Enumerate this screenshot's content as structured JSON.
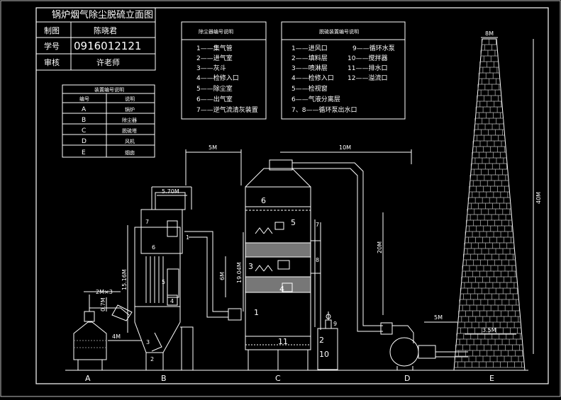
{
  "title_block": {
    "title": "锅炉烟气除尘脱硫立面图",
    "rows": [
      {
        "label": "制图",
        "value": "陈晓君"
      },
      {
        "label": "学号",
        "value": "0916012121"
      },
      {
        "label": "审核",
        "value": "许老师"
      }
    ]
  },
  "equipment_legend": {
    "title": "装置编号说明",
    "headers": [
      "编号",
      "说明"
    ],
    "rows": [
      {
        "code": "A",
        "desc": "锅炉"
      },
      {
        "code": "B",
        "desc": "除尘器"
      },
      {
        "code": "C",
        "desc": "脱硫塔"
      },
      {
        "code": "D",
        "desc": "风机"
      },
      {
        "code": "E",
        "desc": "烟囱"
      }
    ]
  },
  "dust_collector_legend": {
    "title": "除尘器编号说明",
    "items": [
      "1——集气管",
      "2——进气室",
      "3——灰斗",
      "4——检修入口",
      "5——除尘室",
      "6——出气室",
      "7——逆气流清灰装置"
    ]
  },
  "desulfurization_legend": {
    "title": "脱硫装置编号说明",
    "col1": [
      "1——进风口",
      "2——填料层",
      "3——喷淋层",
      "4——检修入口",
      "5——检视窗",
      "6——气液分离层",
      "7、8——循环泵出水口"
    ],
    "col2": [
      "9——循环水泵",
      "10——搅拌器",
      "11——排水口",
      "12——溢流口"
    ]
  },
  "dimensions": {
    "d_5m_top": "5M",
    "d_10m": "10M",
    "d_8m": "8M",
    "d_40m": "40M",
    "d_5_70m": "5.70M",
    "d_15_16m": "15.16M",
    "d_6m": "6M",
    "d_19_04m": "19.04M",
    "d_20m": "20M",
    "d_5m_fan": "5M",
    "d_3_5m": "3.5M",
    "d_2mx3": "2M×3",
    "d_0_7m": "0.7M",
    "d_4m": "4M"
  },
  "bottom_labels": [
    "A",
    "B",
    "C",
    "D",
    "E"
  ],
  "tower_labels": {
    "n6": "6",
    "n5": "5",
    "n3": "3",
    "n4": "4",
    "n1": "1",
    "n11": "11",
    "n7": "7",
    "n8": "8",
    "n2": "2",
    "n10": "10",
    "n9": "9"
  },
  "dust_labels": {
    "n7": "7",
    "n6": "6",
    "n5": "5",
    "n4": "4",
    "n3": "3",
    "n1": "1",
    "n2": "2"
  }
}
